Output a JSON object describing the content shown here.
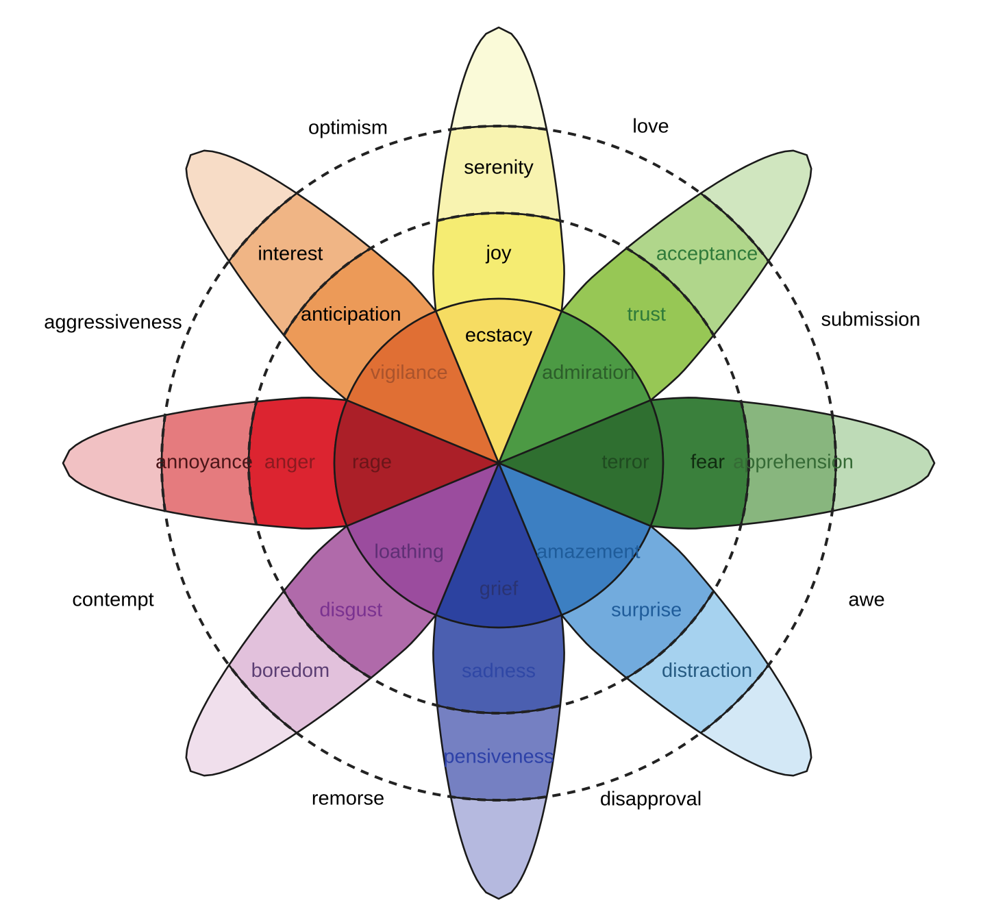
{
  "title": "Plutchik's Wheel of Emotions",
  "petals": [
    {
      "id": "joy",
      "angle_deg": 0,
      "levels": [
        {
          "label": "ecstacy",
          "color": "#f6dc62",
          "text_color": "#000000"
        },
        {
          "label": "joy",
          "color": "#f5ec72",
          "text_color": "#000000"
        },
        {
          "label": "serenity",
          "color": "#f8f3b0",
          "text_color": "#000000"
        },
        {
          "label": "",
          "color": "#fafad8",
          "text_color": "#000000"
        }
      ]
    },
    {
      "id": "trust",
      "angle_deg": 45,
      "levels": [
        {
          "label": "admiration",
          "color": "#4c9a44",
          "text_color": "#2c5d2a"
        },
        {
          "label": "trust",
          "color": "#97c755",
          "text_color": "#2f7a3a"
        },
        {
          "label": "acceptance",
          "color": "#b0d68b",
          "text_color": "#2f7a3a"
        },
        {
          "label": "",
          "color": "#d0e6bf",
          "text_color": "#2f7a3a"
        }
      ]
    },
    {
      "id": "fear",
      "angle_deg": 90,
      "levels": [
        {
          "label": "terror",
          "color": "#2f6f30",
          "text_color": "#1f4a20"
        },
        {
          "label": "fear",
          "color": "#3a803c",
          "text_color": "#102a10"
        },
        {
          "label": "apprehension",
          "color": "#88b67e",
          "text_color": "#356a35"
        },
        {
          "label": "",
          "color": "#bedbb7",
          "text_color": "#356a35"
        }
      ]
    },
    {
      "id": "surprise",
      "angle_deg": 135,
      "levels": [
        {
          "label": "amazement",
          "color": "#3c7fc2",
          "text_color": "#1f5c9a"
        },
        {
          "label": "surprise",
          "color": "#72abdd",
          "text_color": "#1f5c9a"
        },
        {
          "label": "distraction",
          "color": "#a6d2ef",
          "text_color": "#265b82"
        },
        {
          "label": "",
          "color": "#d3e8f6",
          "text_color": "#265b82"
        }
      ]
    },
    {
      "id": "sadness",
      "angle_deg": 180,
      "levels": [
        {
          "label": "grief",
          "color": "#2c42a0",
          "text_color": "#2a3372"
        },
        {
          "label": "sadness",
          "color": "#4b5fb0",
          "text_color": "#2f47a5"
        },
        {
          "label": "pensiveness",
          "color": "#7580c2",
          "text_color": "#2d41a8"
        },
        {
          "label": "",
          "color": "#b5b9df",
          "text_color": "#2d41a8"
        }
      ]
    },
    {
      "id": "disgust",
      "angle_deg": 225,
      "levels": [
        {
          "label": "loathing",
          "color": "#9b4c9e",
          "text_color": "#5e2f74"
        },
        {
          "label": "disgust",
          "color": "#b06aaa",
          "text_color": "#7a3290"
        },
        {
          "label": "boredom",
          "color": "#e2c1dc",
          "text_color": "#5c3f74"
        },
        {
          "label": "",
          "color": "#f0dfec",
          "text_color": "#5c3f74"
        }
      ]
    },
    {
      "id": "anger",
      "angle_deg": 270,
      "levels": [
        {
          "label": "rage",
          "color": "#ab1f28",
          "text_color": "#6a1519"
        },
        {
          "label": "anger",
          "color": "#dc2430",
          "text_color": "#8a1a20"
        },
        {
          "label": "annoyance",
          "color": "#e57b7e",
          "text_color": "#4a1518"
        },
        {
          "label": "",
          "color": "#f1c1c3",
          "text_color": "#4a1518"
        }
      ]
    },
    {
      "id": "anticipation",
      "angle_deg": 315,
      "levels": [
        {
          "label": "vigilance",
          "color": "#e06f34",
          "text_color": "#a9532c"
        },
        {
          "label": "anticipation",
          "color": "#ec9a58",
          "text_color": "#000000"
        },
        {
          "label": "interest",
          "color": "#f0b585",
          "text_color": "#000000"
        },
        {
          "label": "",
          "color": "#f7dcc6",
          "text_color": "#000000"
        }
      ]
    }
  ],
  "dyads": [
    {
      "label": "love"
    },
    {
      "label": "submission"
    },
    {
      "label": "awe"
    },
    {
      "label": "disapproval"
    },
    {
      "label": "remorse"
    },
    {
      "label": "contempt"
    },
    {
      "label": "aggressiveness"
    },
    {
      "label": "optimism"
    }
  ]
}
